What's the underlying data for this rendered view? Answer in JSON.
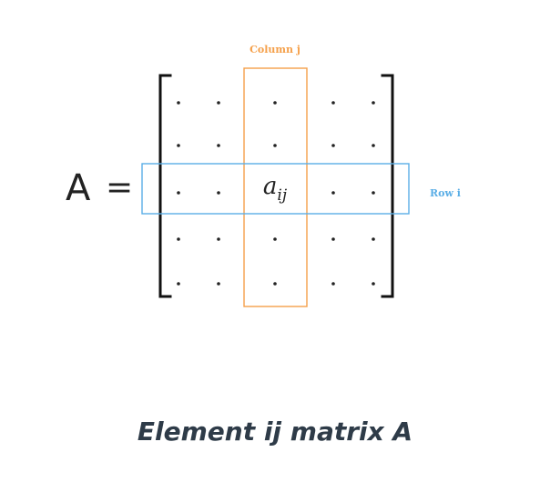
{
  "diagram": {
    "matrix_name": "A",
    "equals": "=",
    "element_symbol": "a",
    "element_subscript": "ij",
    "column_label": "Column j",
    "row_label": "Row i",
    "colors": {
      "column_highlight": "#f5a04a",
      "row_highlight": "#5aaee6",
      "brackets": "#111111",
      "dots": "#222222"
    },
    "grid": {
      "rows": 5,
      "cols": 5,
      "highlighted_row": 3,
      "highlighted_col": 3
    }
  },
  "caption": "Element ij matrix A"
}
